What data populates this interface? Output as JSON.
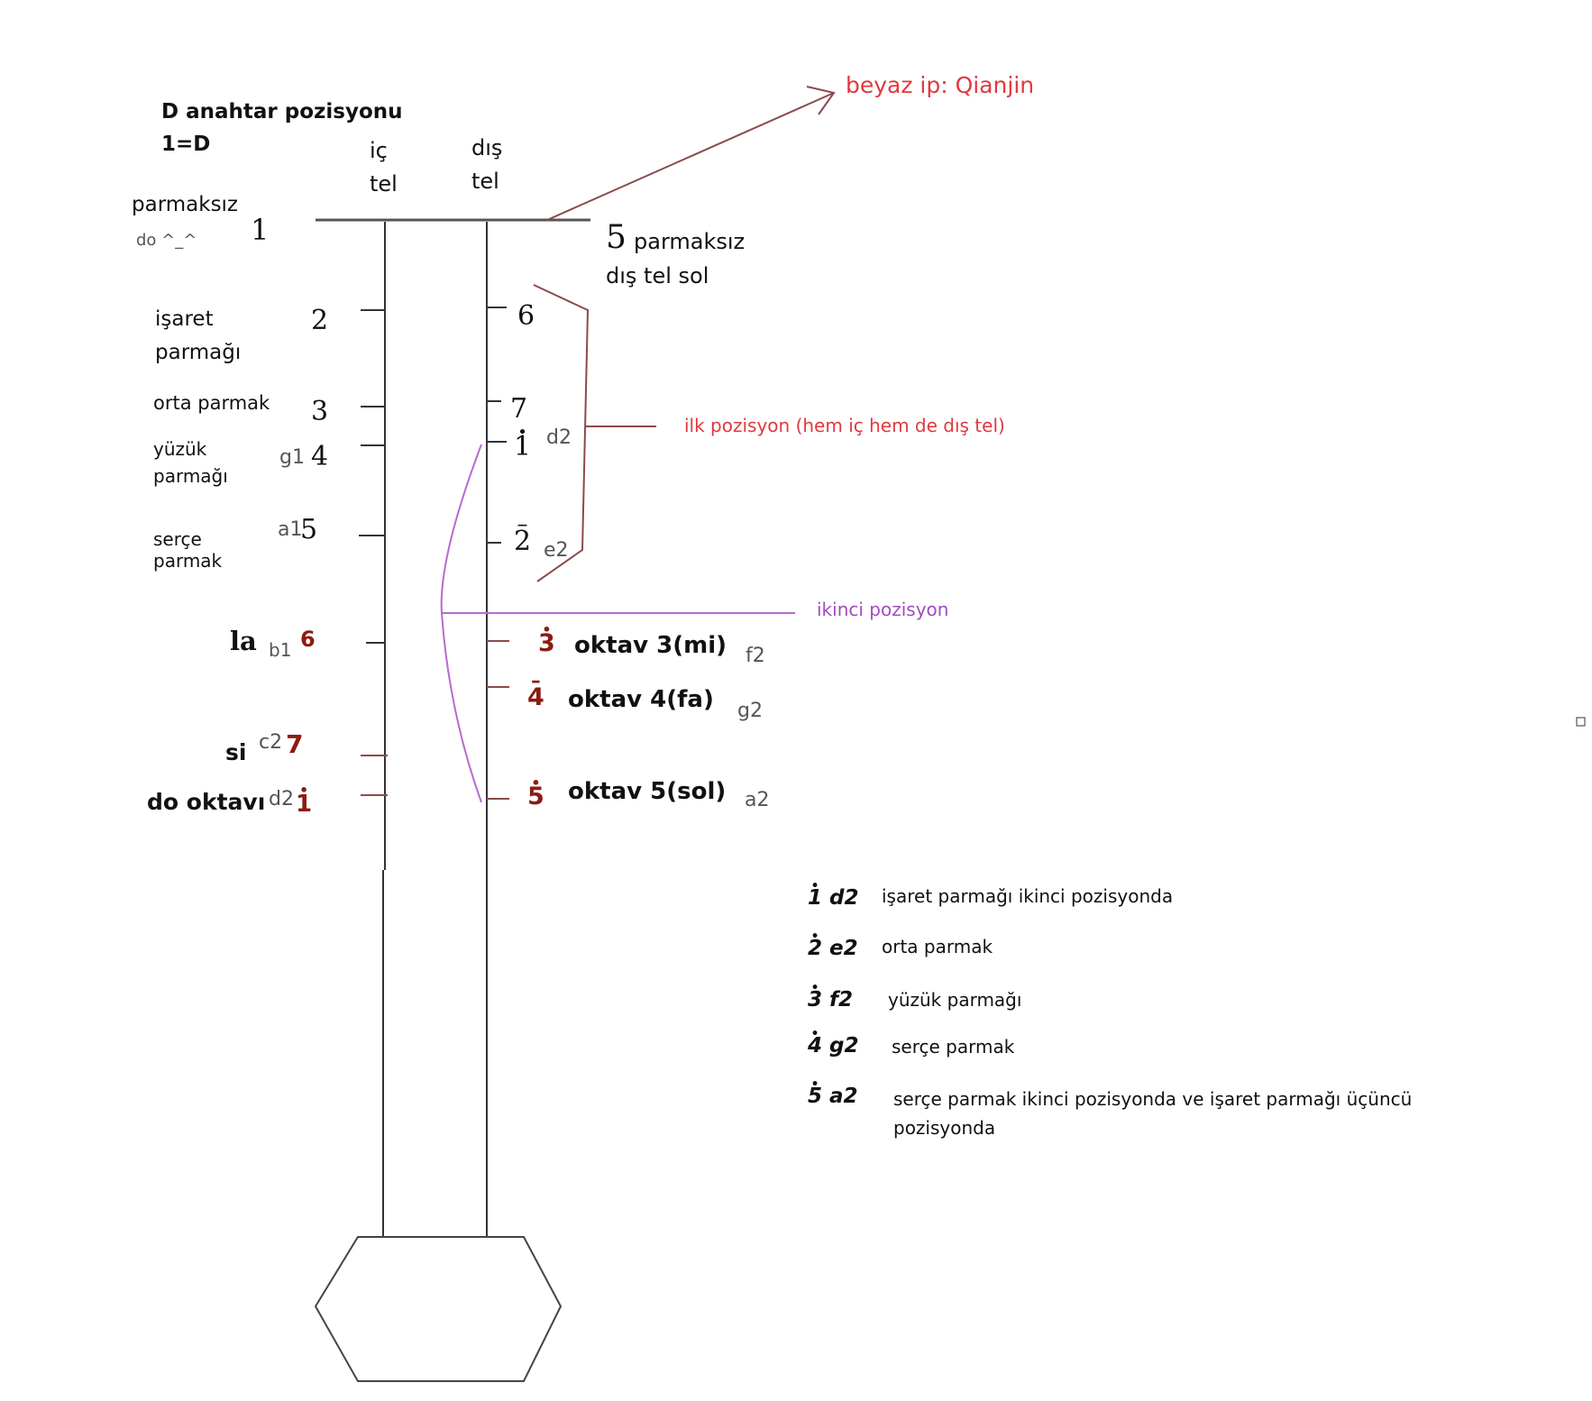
{
  "title": {
    "line1": "D anahtar pozisyonu",
    "line2": "1=D"
  },
  "strings": {
    "inner": [
      "iç",
      "tel"
    ],
    "outer": [
      "dış",
      "tel"
    ]
  },
  "callout_white": "beyaz ip: Qianjin",
  "first_position": "ilk pozisyon (hem iç hem de dış tel)",
  "second_position": "ikinci pozisyon",
  "inner_string": {
    "open": {
      "finger": "parmaksız",
      "solfa": "do ^_^",
      "num": "1"
    },
    "notes": [
      {
        "finger": [
          "işaret",
          "parmağı"
        ],
        "pitch": "",
        "num": "2"
      },
      {
        "finger": [
          "orta parmak"
        ],
        "pitch": "",
        "num": "3"
      },
      {
        "finger": [
          "yüzük",
          "parmağı"
        ],
        "pitch": "g1",
        "num": "4"
      },
      {
        "finger": [
          "serçe",
          "parmak"
        ],
        "pitch": "a1",
        "num": "5"
      }
    ],
    "second": [
      {
        "solfa": "la",
        "pitch": "b1",
        "num": "6"
      },
      {
        "solfa": "si",
        "pitch": "c2",
        "num": "7"
      },
      {
        "solfa": "do oktavı",
        "pitch": "d2",
        "num": "1"
      }
    ]
  },
  "outer_string": {
    "open": {
      "num": "5",
      "label": "parmaksız",
      "label2": "dış tel sol"
    },
    "notes": [
      {
        "num": "6",
        "pitch": ""
      },
      {
        "num": "7",
        "pitch": ""
      },
      {
        "num": "1",
        "pitch": "d2"
      },
      {
        "num": "2",
        "pitch": "e2"
      }
    ],
    "second": [
      {
        "num": "3",
        "label": "oktav 3(mi)",
        "pitch": "f2"
      },
      {
        "num": "4",
        "label": "oktav  4(fa)",
        "pitch": "g2"
      },
      {
        "num": "5",
        "label": "oktav  5(sol)",
        "pitch": "a2"
      }
    ]
  },
  "legend": [
    {
      "num": "1",
      "pitch": "d2",
      "text": "işaret parmağı ikinci pozisyonda"
    },
    {
      "num": "2",
      "pitch": "e2",
      "text": "orta parmak"
    },
    {
      "num": "3",
      "pitch": "f2",
      "text": "yüzük parmağı"
    },
    {
      "num": "4",
      "pitch": "g2",
      "text": "serçe parmak"
    },
    {
      "num": "5",
      "pitch": "a2",
      "text": "serçe parmak ikinci pozisyonda ve işaret parmağı üçüncü",
      "text2": "pozisyonda"
    }
  ],
  "colors": {
    "callout": "#e0393e",
    "bracket": "#8c4a4a",
    "second_line": "#b86ad0",
    "strings": "#333333"
  }
}
